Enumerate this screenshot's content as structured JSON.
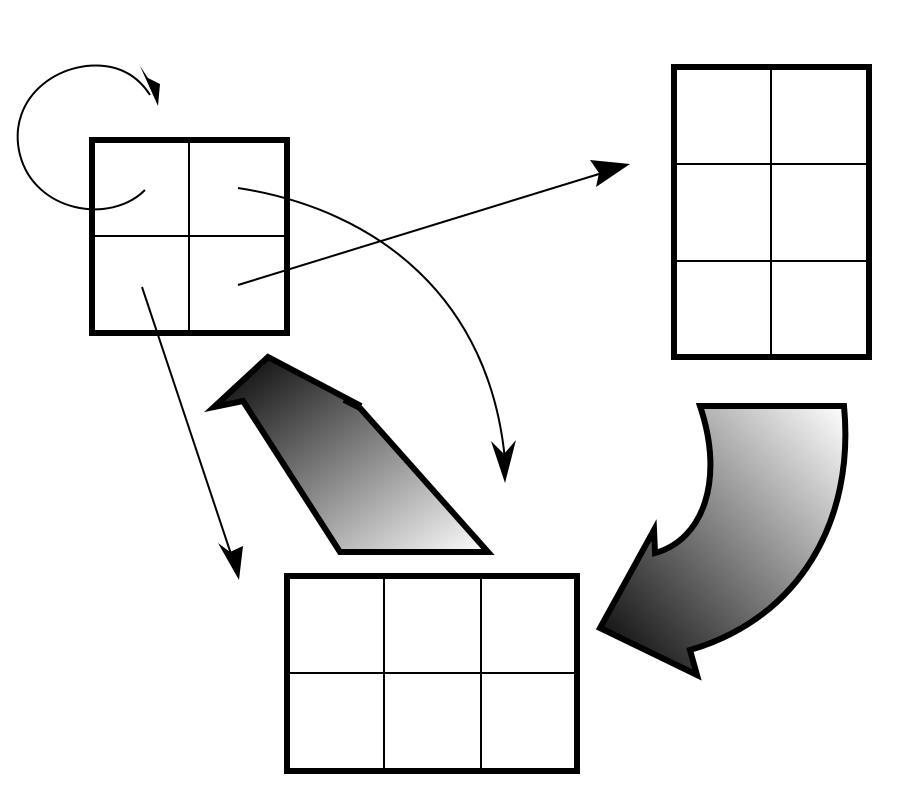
{
  "colors": {
    "stroke": "#000000",
    "background": "#ffffff",
    "gradient_dark": "#000000",
    "gradient_light": "#ffffff"
  },
  "grids": [
    {
      "id": "square-2x2",
      "rows": 2,
      "cols": 2
    },
    {
      "id": "tall-3x2",
      "rows": 3,
      "cols": 2
    },
    {
      "id": "wide-2x3",
      "rows": 2,
      "cols": 3
    }
  ],
  "connectors": [
    {
      "id": "self-rotation",
      "kind": "circular-arrow"
    },
    {
      "id": "to-tall",
      "kind": "thin-arrow"
    },
    {
      "id": "curve-to-middle",
      "kind": "thin-arrow"
    },
    {
      "id": "to-wide",
      "kind": "thin-arrow"
    },
    {
      "id": "wide-to-square",
      "kind": "block-arrow-gradient"
    },
    {
      "id": "tall-to-wide",
      "kind": "curved-block-arrow-gradient"
    }
  ]
}
